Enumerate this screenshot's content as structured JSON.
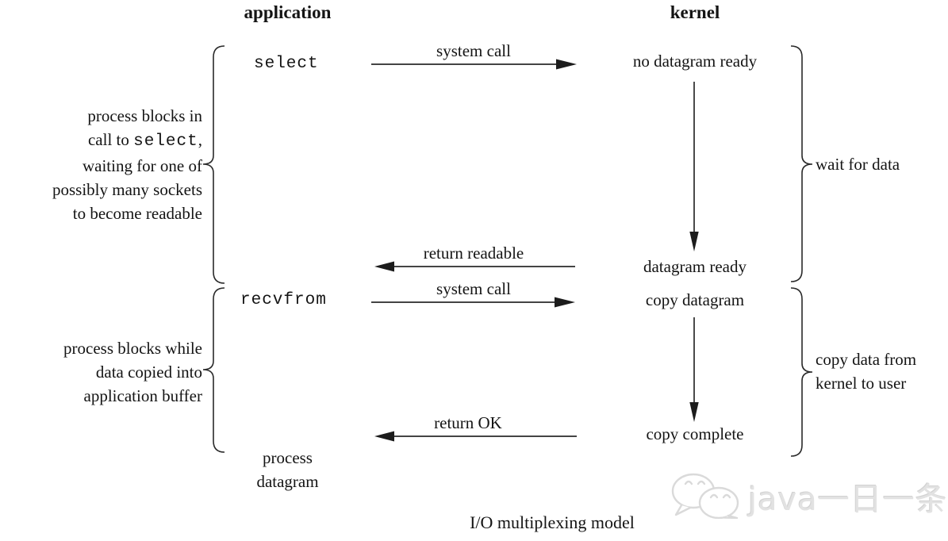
{
  "diagram": {
    "caption": "I/O multiplexing model",
    "headers": {
      "application": "application",
      "kernel": "kernel"
    },
    "app_side": {
      "select_call": "select",
      "recvfrom_call": "recvfrom",
      "process_line1": "process",
      "process_line2": "datagram"
    },
    "kernel_side": {
      "state1": "no datagram ready",
      "state2": "datagram ready",
      "state3": "copy datagram",
      "state4": "copy complete"
    },
    "arrow_labels": {
      "syscall1": "system call",
      "return1": "return readable",
      "syscall2": "system call",
      "return2": "return OK"
    },
    "left_note1": {
      "line1": "process blocks in",
      "line2_prefix": "call to ",
      "line2_code": "select",
      "line2_suffix": ",",
      "line3": "waiting for one of",
      "line4": "possibly many sockets",
      "line5": "to become readable"
    },
    "left_note2": {
      "line1": "process blocks while",
      "line2": "data copied into",
      "line3": "application buffer"
    },
    "right_note1": "wait for data",
    "right_note2": {
      "line1": "copy data from",
      "line2": "kernel to user"
    }
  },
  "watermark": {
    "text": "java一日一条",
    "icon": "wechat-chat-bubbles-icon",
    "color": "#e2e2e2"
  },
  "colors": {
    "ink": "#1c1c1c",
    "background": "#ffffff"
  }
}
